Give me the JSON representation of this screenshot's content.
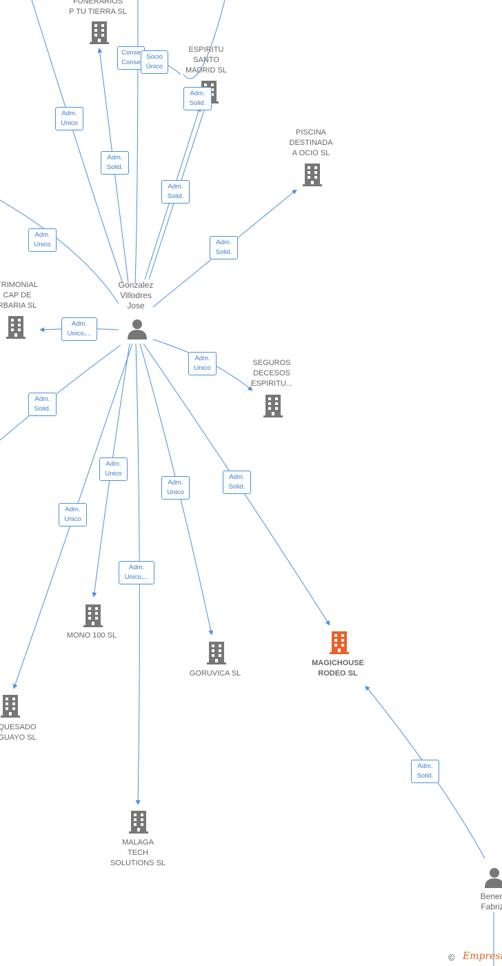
{
  "nodes": {
    "funerarios": {
      "label": "FUNERARIOS\nP TU TIERRA  SL"
    },
    "espiritu_santo": {
      "label": "ESPIRITU\nSANTO\nMADRID  SL"
    },
    "piscina": {
      "label": "PISCINA\nDESTINADA\nA OCIO  SL"
    },
    "patrimonial": {
      "label": "TRIMONIAL\nCAP DE\nRBARIA  SL"
    },
    "seguros": {
      "label": "SEGUROS\nDECESOS\nESPIRITU..."
    },
    "mono100": {
      "label": "MONO 100  SL"
    },
    "goruvica": {
      "label": "GORUVICA  SL"
    },
    "magichouse": {
      "label": "MAGICHOUSE\nRODEO  SL"
    },
    "quesado": {
      "label": "QUESADO\nGUAYO  SL"
    },
    "malaga": {
      "label": "MALAGA\nTECH\nSOLUTIONS  SL"
    },
    "gonzalez": {
      "label": "Gonzalez\nVillodres\nJose"
    },
    "benen": {
      "label": "Benen\nFabriz"
    }
  },
  "edges": {
    "e1": "Adm.\nUnico",
    "e2": "Adm.\nSolid.",
    "e3": "Conse\nConse",
    "e4": "Socio\nÚnico",
    "e5": "Adm.\nSolid.",
    "e6": "Adm.\nSolid.",
    "e7": "Adm.\nUnico",
    "e8": "Adm.\nSolid.",
    "e9": "Adm.\nUnico,...",
    "e10": "Adm.\nUnico",
    "e11": "Adm.\nSolid.",
    "e12": "Adm.\nUnico",
    "e13": "Adm.\nUnico",
    "e14": "Adm.\nUnico,...",
    "e15": "Adm.\nUnico",
    "e16": "Adm.\nSolid.",
    "e17": "Adm.\nSolid."
  },
  "footer": {
    "copyright": "©",
    "brand": "Empresia"
  },
  "colors": {
    "edge": "#4a90d9",
    "node": "#777777",
    "highlight": "#e8622c"
  }
}
